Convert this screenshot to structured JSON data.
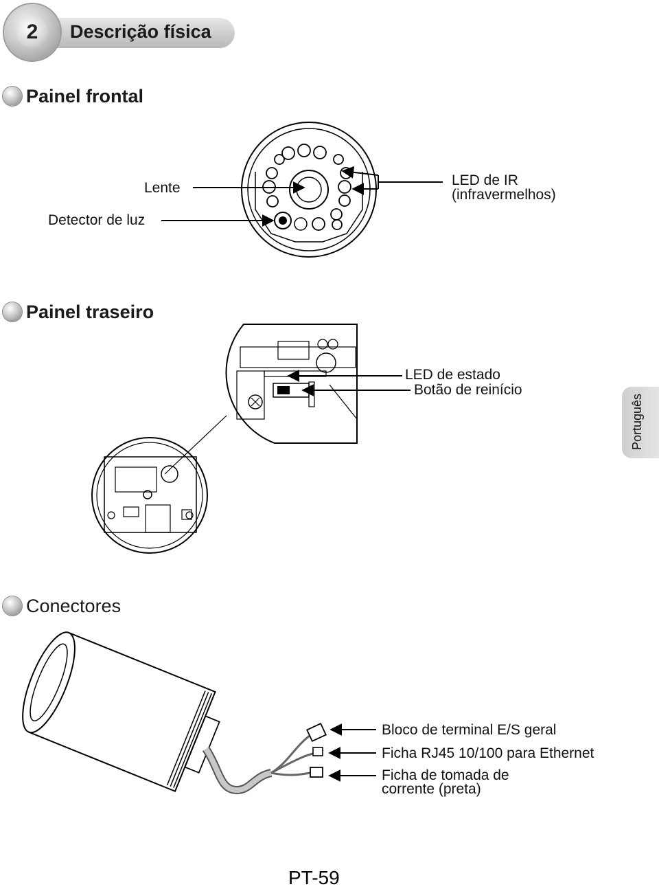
{
  "chapter": {
    "number": "2",
    "title": "Descrição física"
  },
  "sections": {
    "front": {
      "title": "Painel frontal"
    },
    "rear": {
      "title": "Painel traseiro"
    },
    "connectors": {
      "title": "Conectores"
    }
  },
  "front_labels": {
    "lens": "Lente",
    "light_detector": "Detector de luz",
    "ir_led_line1": "LED de IR",
    "ir_led_line2": "(infravermelhos)"
  },
  "rear_labels": {
    "status_led": "LED de estado",
    "reset_button": "Botão de reinício"
  },
  "connector_labels": {
    "io_terminal": "Bloco de terminal E/S geral",
    "rj45": "Ficha RJ45 10/100 para Ethernet",
    "power_line1": "Ficha de tomada de",
    "power_line2": "corrente (preta)"
  },
  "language_tab": "Português",
  "page_number": "PT-59"
}
